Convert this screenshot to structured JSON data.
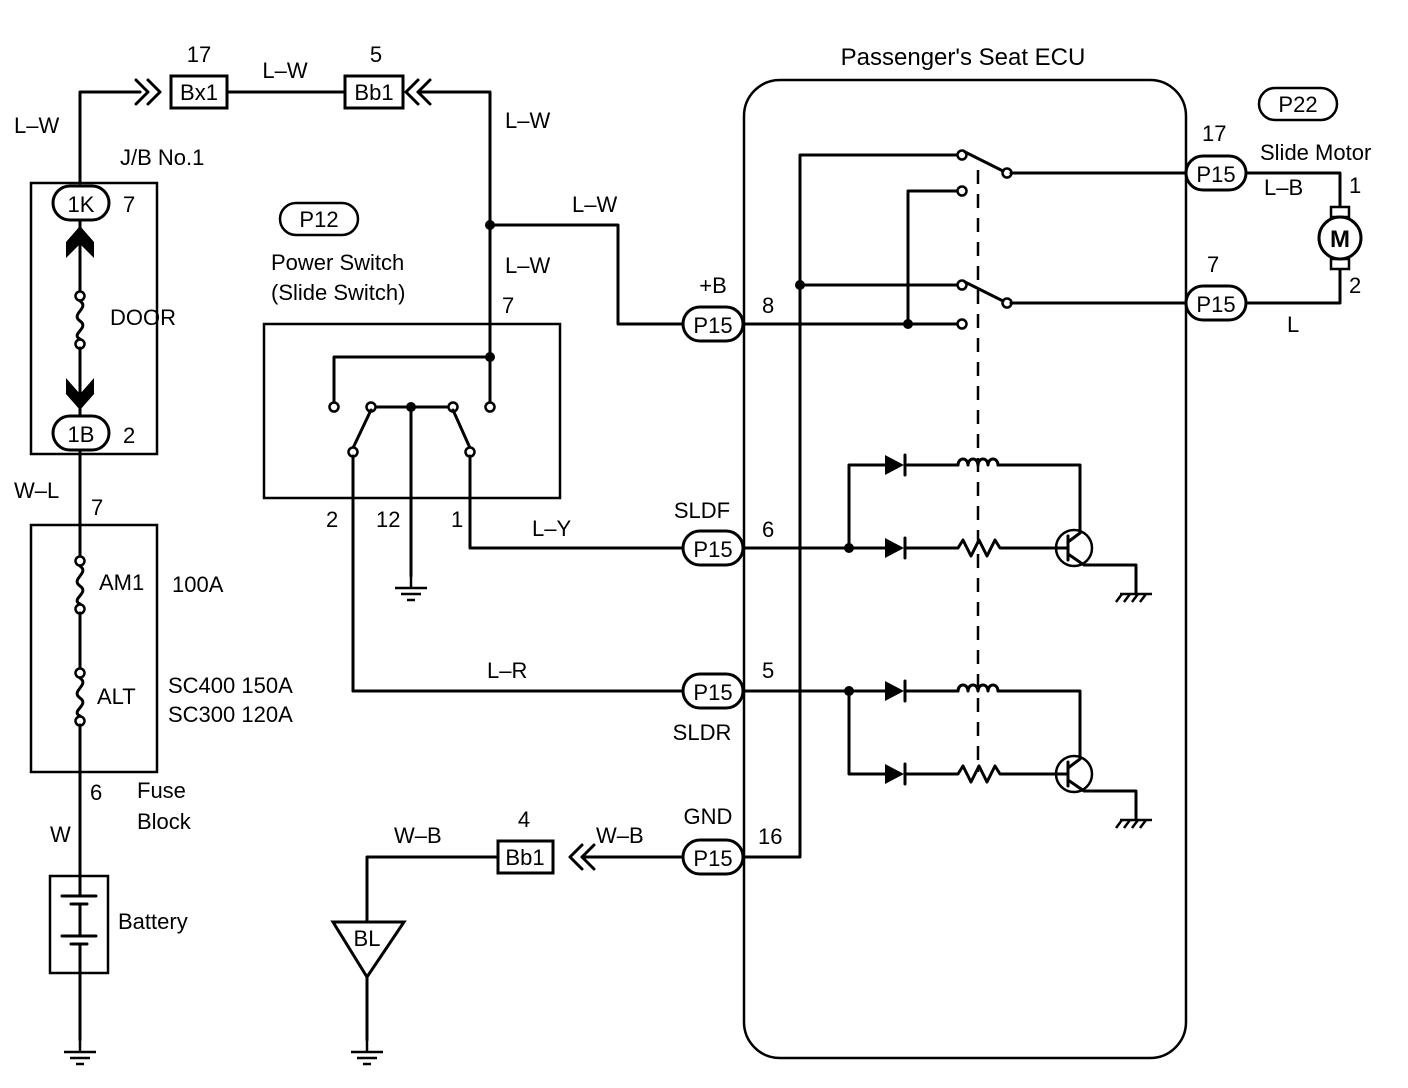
{
  "ecu": {
    "title": "Passenger's Seat ECU"
  },
  "junction_block": {
    "name": "J/B No.1",
    "connector_top": "1K",
    "pin_top": "7",
    "connector_bottom": "1B",
    "pin_bottom": "2",
    "fuse": "DOOR"
  },
  "fuse_block": {
    "name_line1": "Fuse",
    "name_line2": "Block",
    "pin_top": "7",
    "pin_bottom": "6",
    "fuse_am1": "AM1",
    "rating_am1": "100A",
    "fuse_alt": "ALT",
    "rating_alt_1": "SC400 150A",
    "rating_alt_2": "SC300 120A"
  },
  "battery": {
    "label": "Battery"
  },
  "top_connectors": {
    "bx1": "Bx1",
    "bx1_pin": "17",
    "bb1": "Bb1",
    "bb1_pin": "5",
    "wire_between": "L–W"
  },
  "power_switch": {
    "code": "P12",
    "name_line1": "Power Switch",
    "name_line2": "(Slide Switch)",
    "pin_top": "7",
    "pin_2": "2",
    "pin_12": "12",
    "pin_1": "1"
  },
  "motor": {
    "code": "P22",
    "name": "Slide Motor",
    "symbol": "M",
    "pin_1": "1",
    "pin_2": "2"
  },
  "ground_connector": {
    "label": "BL",
    "bb1": "Bb1",
    "bb1_pin": "4"
  },
  "ecu_pins": [
    {
      "connector": "P15",
      "pin": "17"
    },
    {
      "connector": "P15",
      "pin": "7"
    },
    {
      "connector": "P15",
      "pin": "8",
      "terminal": "+B"
    },
    {
      "connector": "P15",
      "pin": "6",
      "terminal": "SLDF"
    },
    {
      "connector": "P15",
      "pin": "5",
      "terminal": "SLDR"
    },
    {
      "connector": "P15",
      "pin": "16",
      "terminal": "GND"
    }
  ],
  "wires": {
    "jb_feed": "L–W",
    "bb1_drop": "L–W",
    "to_b_plus": "L–W",
    "to_switch": "L–W",
    "jb_to_fuse": "W–L",
    "battery_feed": "W",
    "sldf": "L–Y",
    "sldr": "L–R",
    "gnd_1": "W–B",
    "gnd_2": "W–B",
    "motor_1": "L–B",
    "motor_2": "L"
  }
}
